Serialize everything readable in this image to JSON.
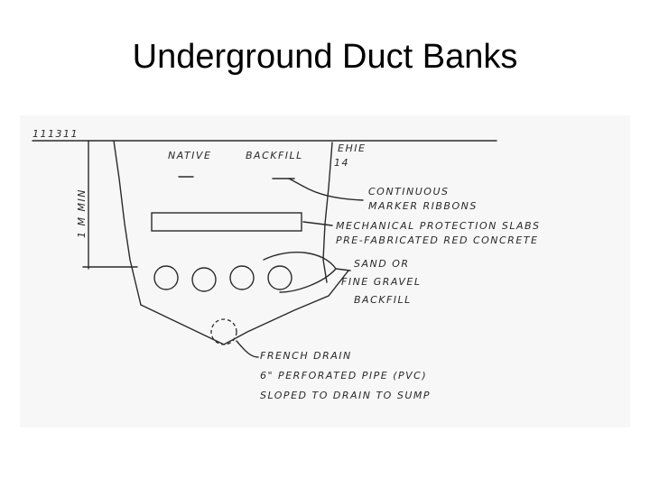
{
  "slide": {
    "title": "Underground Duct Banks"
  },
  "sketch": {
    "grade_mark": "111311",
    "native_backfill_label": "NATIVE",
    "backfill_label": "BACKFILL",
    "depth_label": "1 M MIN",
    "right_mark": "EHIE",
    "right_mark_2": "14",
    "marker_ribbons_line1": "CONTINUOUS",
    "marker_ribbons_line2": "MARKER RIBBONS",
    "protection_line1": "MECHANICAL PROTECTION SLABS",
    "protection_line2": "PRE-FABRICATED RED CONCRETE",
    "sand_line1": "SAND OR",
    "sand_line2": "FINE GRAVEL",
    "sand_line3": "BACKFILL",
    "drain_line1": "FRENCH DRAIN",
    "drain_line2": "6\" PERFORATED PIPE (PVC)",
    "drain_line3": "SLOPED TO DRAIN TO SUMP",
    "ink_color": "#2a2a2a",
    "conduit_count": 4
  }
}
